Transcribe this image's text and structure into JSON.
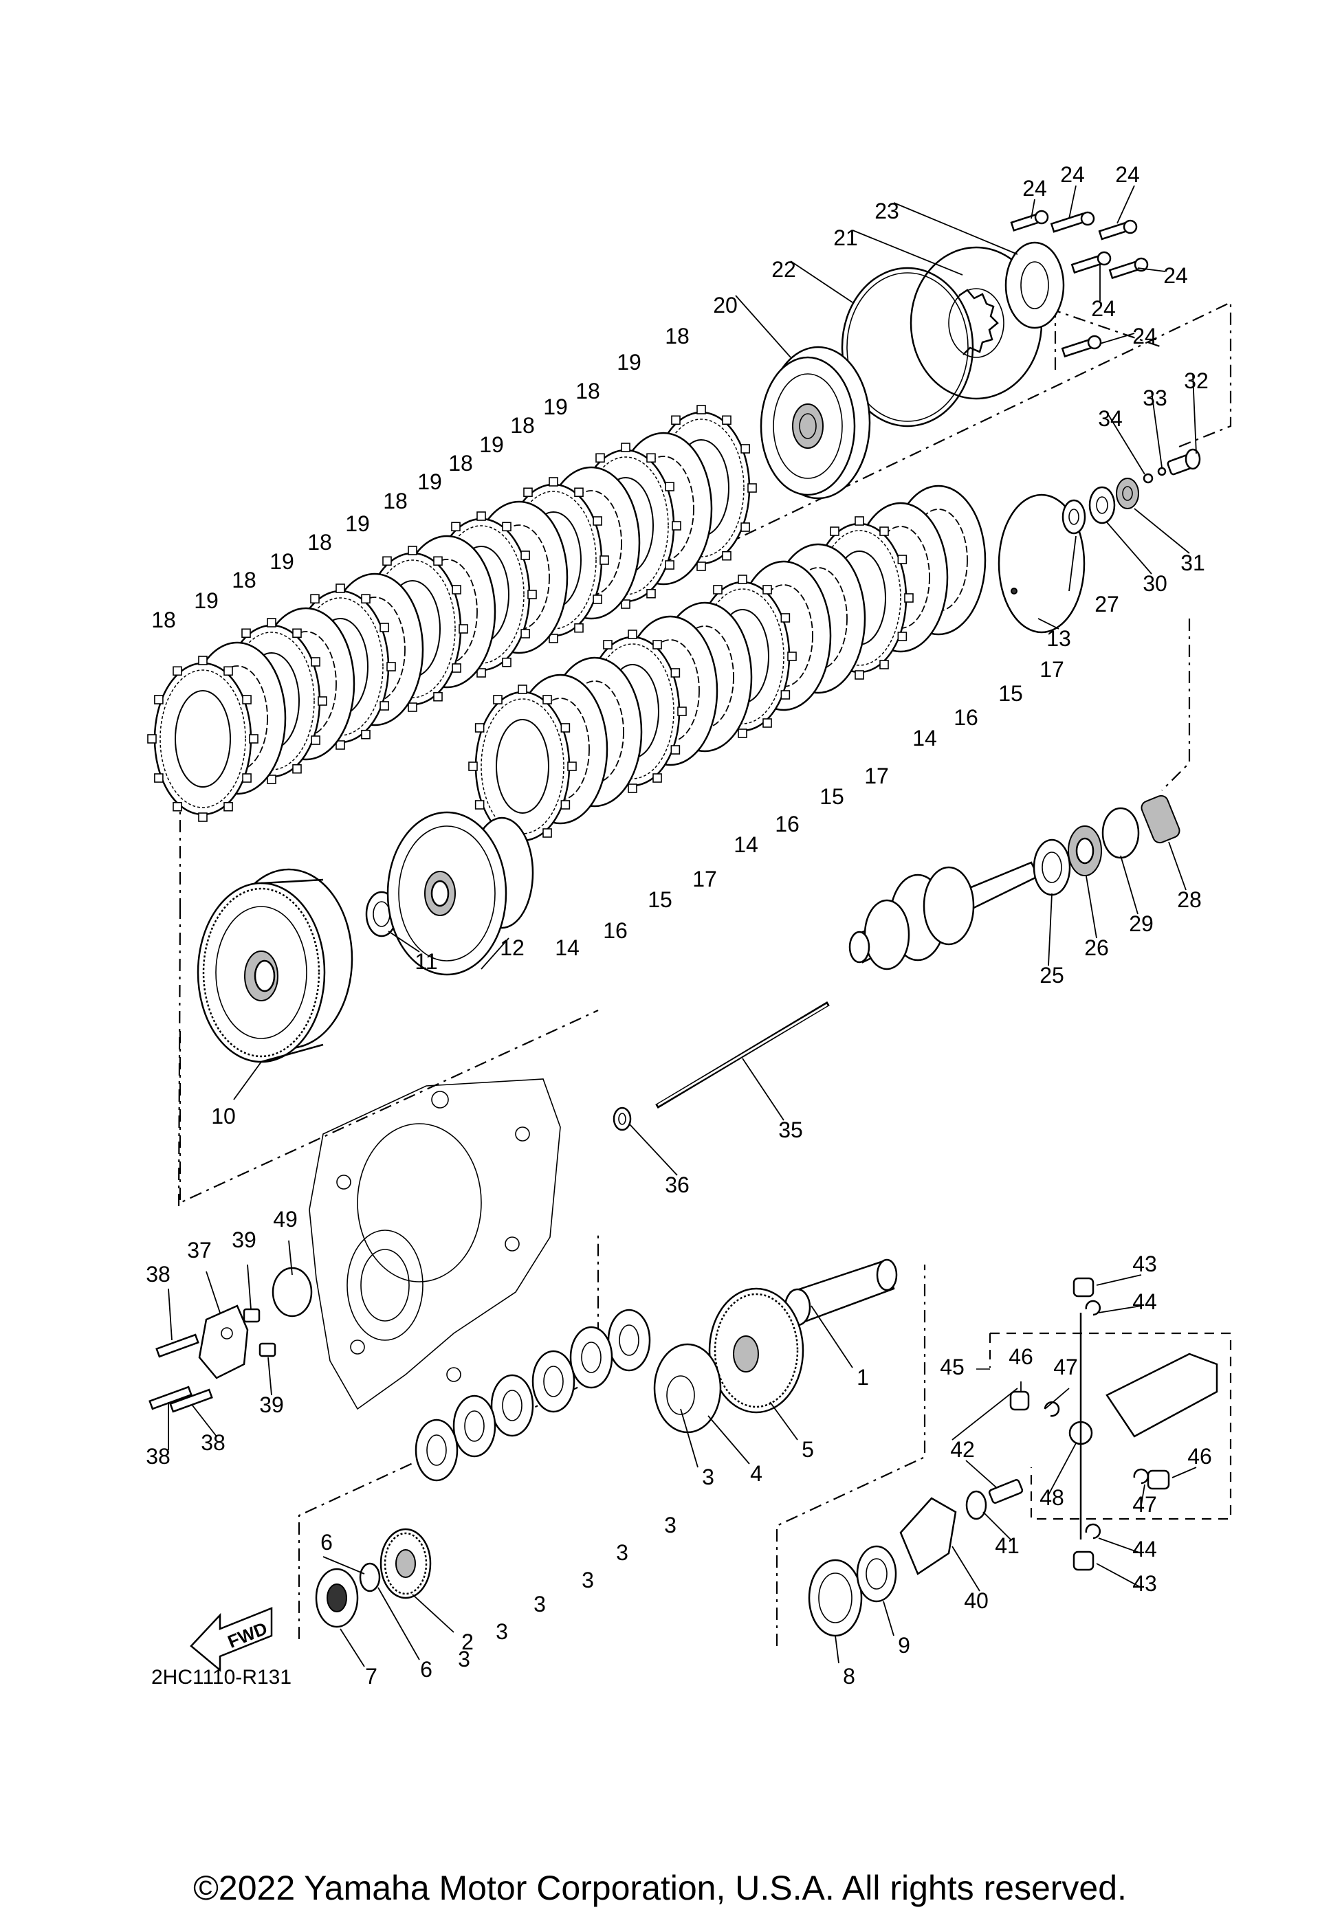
{
  "diagram_code": "2HC1110-R131",
  "fwd_label": "FWD",
  "copyright": "©2022 Yamaha Motor Corporation, U.S.A. All rights reserved.",
  "callouts": [
    {
      "id": "c1",
      "text": "1"
    },
    {
      "id": "c2",
      "text": "2"
    },
    {
      "id": "c3a",
      "text": "3"
    },
    {
      "id": "c3b",
      "text": "3"
    },
    {
      "id": "c3c",
      "text": "3"
    },
    {
      "id": "c3d",
      "text": "3"
    },
    {
      "id": "c3e",
      "text": "3"
    },
    {
      "id": "c3f",
      "text": "3"
    },
    {
      "id": "c3g",
      "text": "3"
    },
    {
      "id": "c4",
      "text": "4"
    },
    {
      "id": "c5",
      "text": "5"
    },
    {
      "id": "c6a",
      "text": "6"
    },
    {
      "id": "c6b",
      "text": "6"
    },
    {
      "id": "c7",
      "text": "7"
    },
    {
      "id": "c8",
      "text": "8"
    },
    {
      "id": "c9",
      "text": "9"
    },
    {
      "id": "c10",
      "text": "10"
    },
    {
      "id": "c11",
      "text": "11"
    },
    {
      "id": "c12",
      "text": "12"
    },
    {
      "id": "c13",
      "text": "13"
    },
    {
      "id": "c14a",
      "text": "14"
    },
    {
      "id": "c14b",
      "text": "14"
    },
    {
      "id": "c14c",
      "text": "14"
    },
    {
      "id": "c15a",
      "text": "15"
    },
    {
      "id": "c15b",
      "text": "15"
    },
    {
      "id": "c15c",
      "text": "15"
    },
    {
      "id": "c16a",
      "text": "16"
    },
    {
      "id": "c16b",
      "text": "16"
    },
    {
      "id": "c16c",
      "text": "16"
    },
    {
      "id": "c17a",
      "text": "17"
    },
    {
      "id": "c17b",
      "text": "17"
    },
    {
      "id": "c17c",
      "text": "17"
    },
    {
      "id": "c18a",
      "text": "18"
    },
    {
      "id": "c18b",
      "text": "18"
    },
    {
      "id": "c18c",
      "text": "18"
    },
    {
      "id": "c18d",
      "text": "18"
    },
    {
      "id": "c18e",
      "text": "18"
    },
    {
      "id": "c18f",
      "text": "18"
    },
    {
      "id": "c18g",
      "text": "18"
    },
    {
      "id": "c18h",
      "text": "18"
    },
    {
      "id": "c19a",
      "text": "19"
    },
    {
      "id": "c19b",
      "text": "19"
    },
    {
      "id": "c19c",
      "text": "19"
    },
    {
      "id": "c19d",
      "text": "19"
    },
    {
      "id": "c19e",
      "text": "19"
    },
    {
      "id": "c19f",
      "text": "19"
    },
    {
      "id": "c19g",
      "text": "19"
    },
    {
      "id": "c20",
      "text": "20"
    },
    {
      "id": "c21",
      "text": "21"
    },
    {
      "id": "c22",
      "text": "22"
    },
    {
      "id": "c23",
      "text": "23"
    },
    {
      "id": "c24a",
      "text": "24"
    },
    {
      "id": "c24b",
      "text": "24"
    },
    {
      "id": "c24c",
      "text": "24"
    },
    {
      "id": "c24d",
      "text": "24"
    },
    {
      "id": "c24e",
      "text": "24"
    },
    {
      "id": "c24f",
      "text": "24"
    },
    {
      "id": "c25",
      "text": "25"
    },
    {
      "id": "c26",
      "text": "26"
    },
    {
      "id": "c27",
      "text": "27"
    },
    {
      "id": "c28",
      "text": "28"
    },
    {
      "id": "c29",
      "text": "29"
    },
    {
      "id": "c30",
      "text": "30"
    },
    {
      "id": "c31",
      "text": "31"
    },
    {
      "id": "c32",
      "text": "32"
    },
    {
      "id": "c33",
      "text": "33"
    },
    {
      "id": "c34",
      "text": "34"
    },
    {
      "id": "c35",
      "text": "35"
    },
    {
      "id": "c36",
      "text": "36"
    },
    {
      "id": "c37",
      "text": "37"
    },
    {
      "id": "c38a",
      "text": "38"
    },
    {
      "id": "c38b",
      "text": "38"
    },
    {
      "id": "c38c",
      "text": "38"
    },
    {
      "id": "c39a",
      "text": "39"
    },
    {
      "id": "c39b",
      "text": "39"
    },
    {
      "id": "c40",
      "text": "40"
    },
    {
      "id": "c41",
      "text": "41"
    },
    {
      "id": "c42",
      "text": "42"
    },
    {
      "id": "c43a",
      "text": "43"
    },
    {
      "id": "c43b",
      "text": "43"
    },
    {
      "id": "c44a",
      "text": "44"
    },
    {
      "id": "c44b",
      "text": "44"
    },
    {
      "id": "c45",
      "text": "45"
    },
    {
      "id": "c46a",
      "text": "46"
    },
    {
      "id": "c46b",
      "text": "46"
    },
    {
      "id": "c47a",
      "text": "47"
    },
    {
      "id": "c47b",
      "text": "47"
    },
    {
      "id": "c48",
      "text": "48"
    },
    {
      "id": "c49",
      "text": "49"
    }
  ]
}
